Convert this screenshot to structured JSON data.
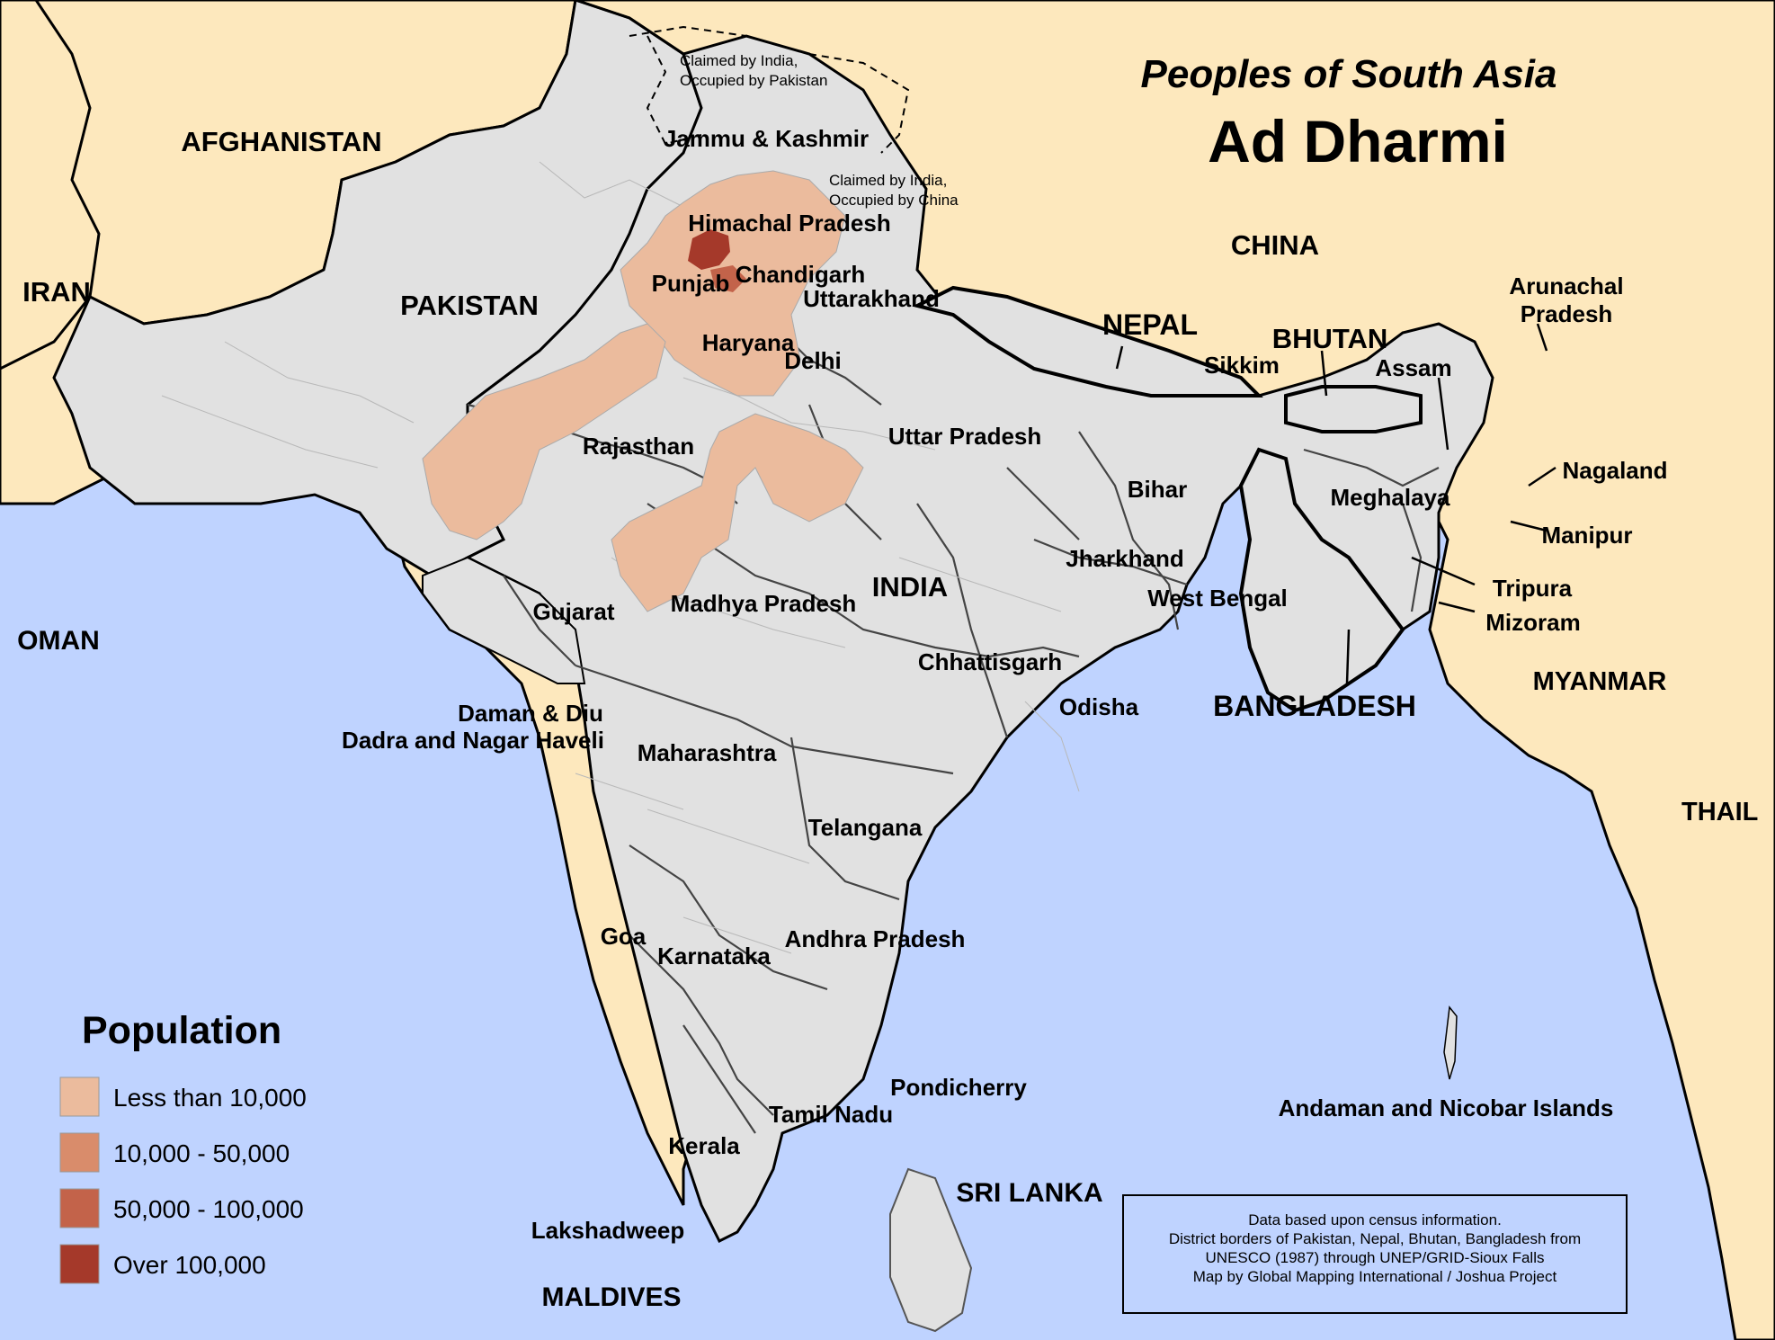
{
  "title": {
    "subtitle": "Peoples of South Asia",
    "main": "Ad Dharmi"
  },
  "colors": {
    "ocean": "#bfd3ff",
    "land_other": "#fde8bd",
    "land_region": "#e1e1e1",
    "tier1": "#ebbb9d",
    "tier2": "#d98c6b",
    "tier3": "#c3634a",
    "tier4": "#a5392a"
  },
  "countries": {
    "afghanistan": "AFGHANISTAN",
    "iran": "IRAN",
    "pakistan": "PAKISTAN",
    "china": "CHINA",
    "nepal": "NEPAL",
    "bhutan": "BHUTAN",
    "india": "INDIA",
    "bangladesh": "BANGLADESH",
    "myanmar": "MYANMAR",
    "oman": "OMAN",
    "thailand": "THAIL",
    "sri_lanka": "SRI LANKA",
    "maldives": "MALDIVES"
  },
  "states": {
    "jammu_kashmir": "Jammu & Kashmir",
    "himachal": "Himachal Pradesh",
    "chandigarh": "Chandigarh",
    "punjab": "Punjab",
    "uttarakhand": "Uttarakhand",
    "haryana": "Haryana",
    "delhi": "Delhi",
    "rajasthan": "Rajasthan",
    "uttar_pradesh": "Uttar Pradesh",
    "bihar": "Bihar",
    "jharkhand": "Jharkhand",
    "west_bengal": "West Bengal",
    "gujarat": "Gujarat",
    "madhya_pradesh": "Madhya Pradesh",
    "chhattisgarh": "Chhattisgarh",
    "odisha": "Odisha",
    "daman_diu": "Daman & Diu",
    "dadra": "Dadra and Nagar Haveli",
    "maharashtra": "Maharashtra",
    "telangana": "Telangana",
    "goa": "Goa",
    "karnataka": "Karnataka",
    "andhra": "Andhra Pradesh",
    "pondicherry": "Pondicherry",
    "tamil_nadu": "Tamil Nadu",
    "kerala": "Kerala",
    "lakshadweep": "Lakshadweep",
    "sikkim": "Sikkim",
    "assam": "Assam",
    "arunachal_1": "Arunachal",
    "arunachal_2": "Pradesh",
    "nagaland": "Nagaland",
    "meghalaya": "Meghalaya",
    "manipur": "Manipur",
    "tripura": "Tripura",
    "mizoram": "Mizoram",
    "andaman": "Andaman and Nicobar Islands"
  },
  "claims": {
    "pak_1": "Claimed by India,",
    "pak_2": "Occupied by Pakistan",
    "china_1": "Claimed by India,",
    "china_2": "Occupied by China"
  },
  "legend": {
    "title": "Population",
    "items": [
      {
        "label": "Less than 10,000",
        "color": "#ebbb9d"
      },
      {
        "label": "10,000 - 50,000",
        "color": "#d98c6b"
      },
      {
        "label": "50,000 - 100,000",
        "color": "#c3634a"
      },
      {
        "label": "Over 100,000",
        "color": "#a5392a"
      }
    ]
  },
  "credits": {
    "line1": "Data based upon census information.",
    "line2": "District borders of Pakistan, Nepal, Bhutan, Bangladesh from",
    "line3": "UNESCO (1987) through UNEP/GRID-Sioux Falls",
    "line4": "Map by Global Mapping International / Joshua Project"
  }
}
